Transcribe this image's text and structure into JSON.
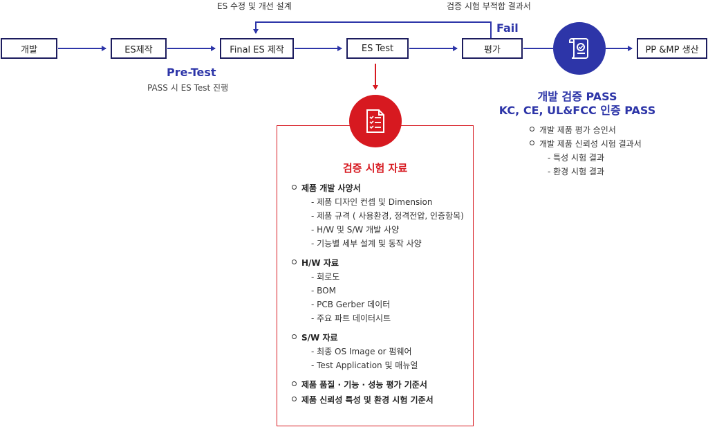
{
  "flow": {
    "nodes": [
      {
        "id": "dev",
        "label": "개발"
      },
      {
        "id": "es_make",
        "label": "ES제작"
      },
      {
        "id": "final_es",
        "label": "Final ES 제작"
      },
      {
        "id": "es_test",
        "label": "ES Test"
      },
      {
        "id": "eval",
        "label": "평가"
      },
      {
        "id": "pp_mp",
        "label": "PP &MP 생산"
      }
    ],
    "top_notes": {
      "es_fix": "ES 수정 및 개선 설계",
      "fail_result": "검증 시험 부적합 결과서"
    },
    "fail_label": "Fail",
    "pretest": {
      "title": "Pre-Test",
      "subtitle": "PASS 시 ES Test 진행"
    }
  },
  "pass": {
    "title_line1": "개발 검증 PASS",
    "title_line2": "KC, CE, UL&FCC 인증 PASS",
    "items": [
      {
        "text": "개발 제품 평가 승인서",
        "level": 0
      },
      {
        "text": "개발 제품 신뢰성 시험 결과서",
        "level": 0
      },
      {
        "text": "- 특성 시험 결과",
        "level": 1
      },
      {
        "text": "- 환경 시험 결과",
        "level": 1
      }
    ],
    "icon": "certificate-icon",
    "color": "#2d35a8"
  },
  "docs": {
    "title": "검증 시험 자료",
    "icon": "checklist-document-icon",
    "color": "#d71920",
    "sections": [
      {
        "heading": "제품 개발 사양서",
        "items": [
          "- 제품 디자인 컨셉 및 Dimension",
          "- 제품 규격 ( 사용환경, 정격전압, 인증항목)",
          "- H/W 및 S/W 개발 사양",
          "- 기능별 세부 설계 및 동작 사양"
        ]
      },
      {
        "heading": "H/W 자료",
        "items": [
          "- 회로도",
          "- BOM",
          "- PCB Gerber 데이터",
          "- 주요 파트 데이터시트"
        ]
      },
      {
        "heading": "S/W 자료",
        "items": [
          "- 최종 OS Image or 펌웨어",
          "- Test Application 및 매뉴얼"
        ]
      }
    ],
    "tail": [
      "제품 품질 · 기능 · 성능 평가 기준서",
      "제품 신뢰성 특성 및 환경 시험 기준서"
    ]
  }
}
